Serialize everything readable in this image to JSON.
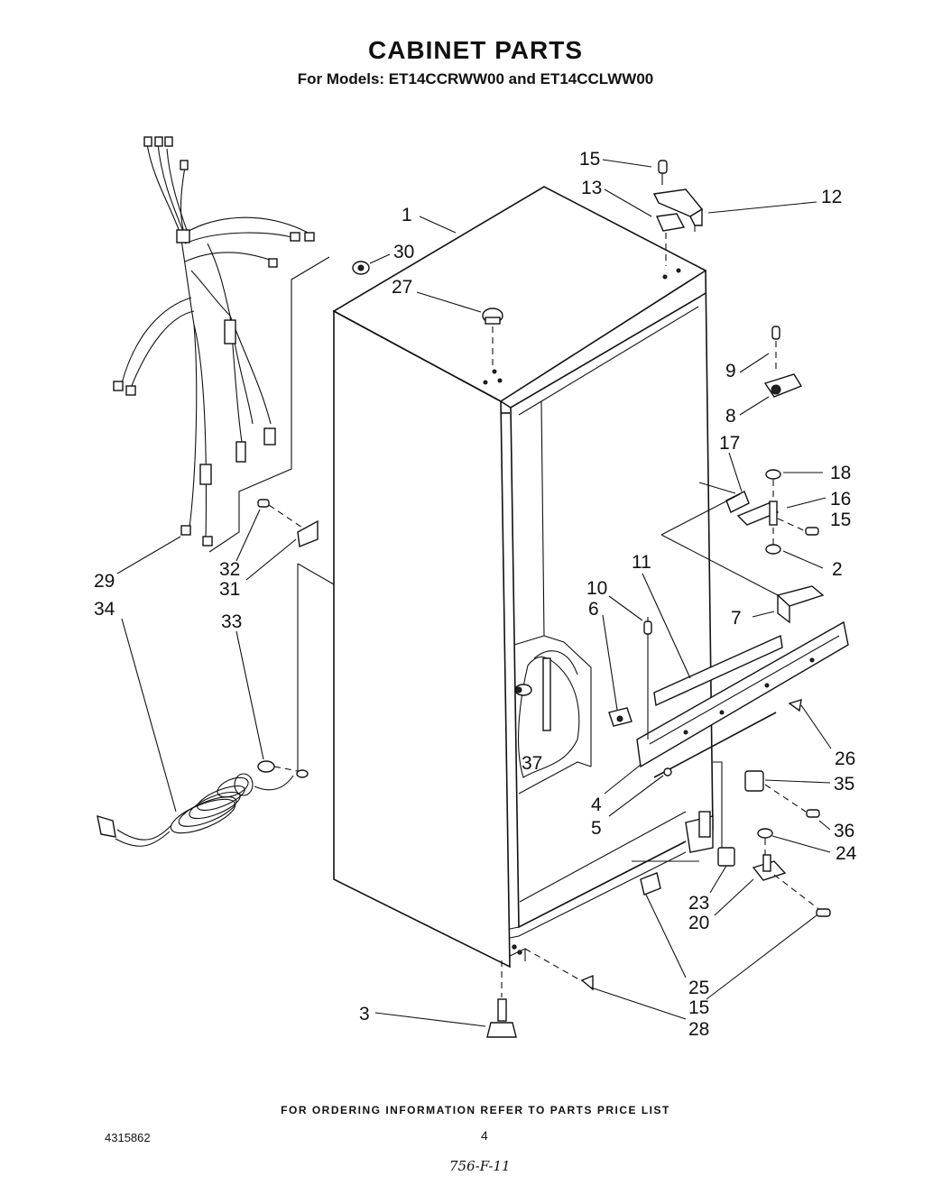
{
  "header": {
    "title": "CABINET PARTS",
    "subtitle": "For Models: ET14CCRWW00 and ET14CCLWW00"
  },
  "callouts": {
    "c1": "1",
    "c2": "2",
    "c3": "3",
    "c4": "4",
    "c5": "5",
    "c6": "6",
    "c7": "7",
    "c8": "8",
    "c9": "9",
    "c10": "10",
    "c11": "11",
    "c12": "12",
    "c13": "13",
    "c15a": "15",
    "c15b": "15",
    "c15c": "15",
    "c16": "16",
    "c17": "17",
    "c18": "18",
    "c20": "20",
    "c23": "23",
    "c24": "24",
    "c25": "25",
    "c26": "26",
    "c27": "27",
    "c28": "28",
    "c29": "29",
    "c30": "30",
    "c31": "31",
    "c32": "32",
    "c33": "33",
    "c34": "34",
    "c35": "35",
    "c36": "36",
    "c37": "37"
  },
  "footer": {
    "ordering_note": "FOR ORDERING INFORMATION REFER TO PARTS PRICE LIST",
    "doc_number": "4315862",
    "page_number": "4",
    "handwritten_note": "756-F-11"
  }
}
